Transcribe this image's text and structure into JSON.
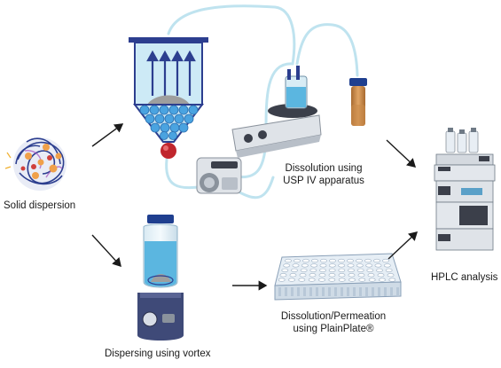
{
  "labels": {
    "solid_dispersion": "Solid dispersion",
    "usp4_line1": "Dissolution using",
    "usp4_line2": "USP IV apparatus",
    "hplc": "HPLC analysis",
    "plate_line1": "Dissolution/Permeation",
    "plate_line2": "using PlainPlate®",
    "vortex": "Dispersing using vortex"
  },
  "colors": {
    "tubing": "#bfe3ef",
    "liquid": "#8fd0ea",
    "arrow": "#1a1a1a",
    "navy": "#2c3e8f",
    "instrument": "#dfe3e8",
    "dark": "#3b3f4a",
    "amber": "#c98a4a",
    "red": "#c0262d",
    "bead": "#4aa3e0",
    "powder": "#9e9e9e",
    "vortex_base": "#3f4a78"
  },
  "icons": [
    "solid-dispersion-particle-icon",
    "flow-cell-icon",
    "peristaltic-pump-icon",
    "magnetic-stirrer-beaker-icon",
    "amber-vial-icon",
    "hplc-system-icon",
    "vortex-mixer-icon",
    "well-plate-icon"
  ]
}
